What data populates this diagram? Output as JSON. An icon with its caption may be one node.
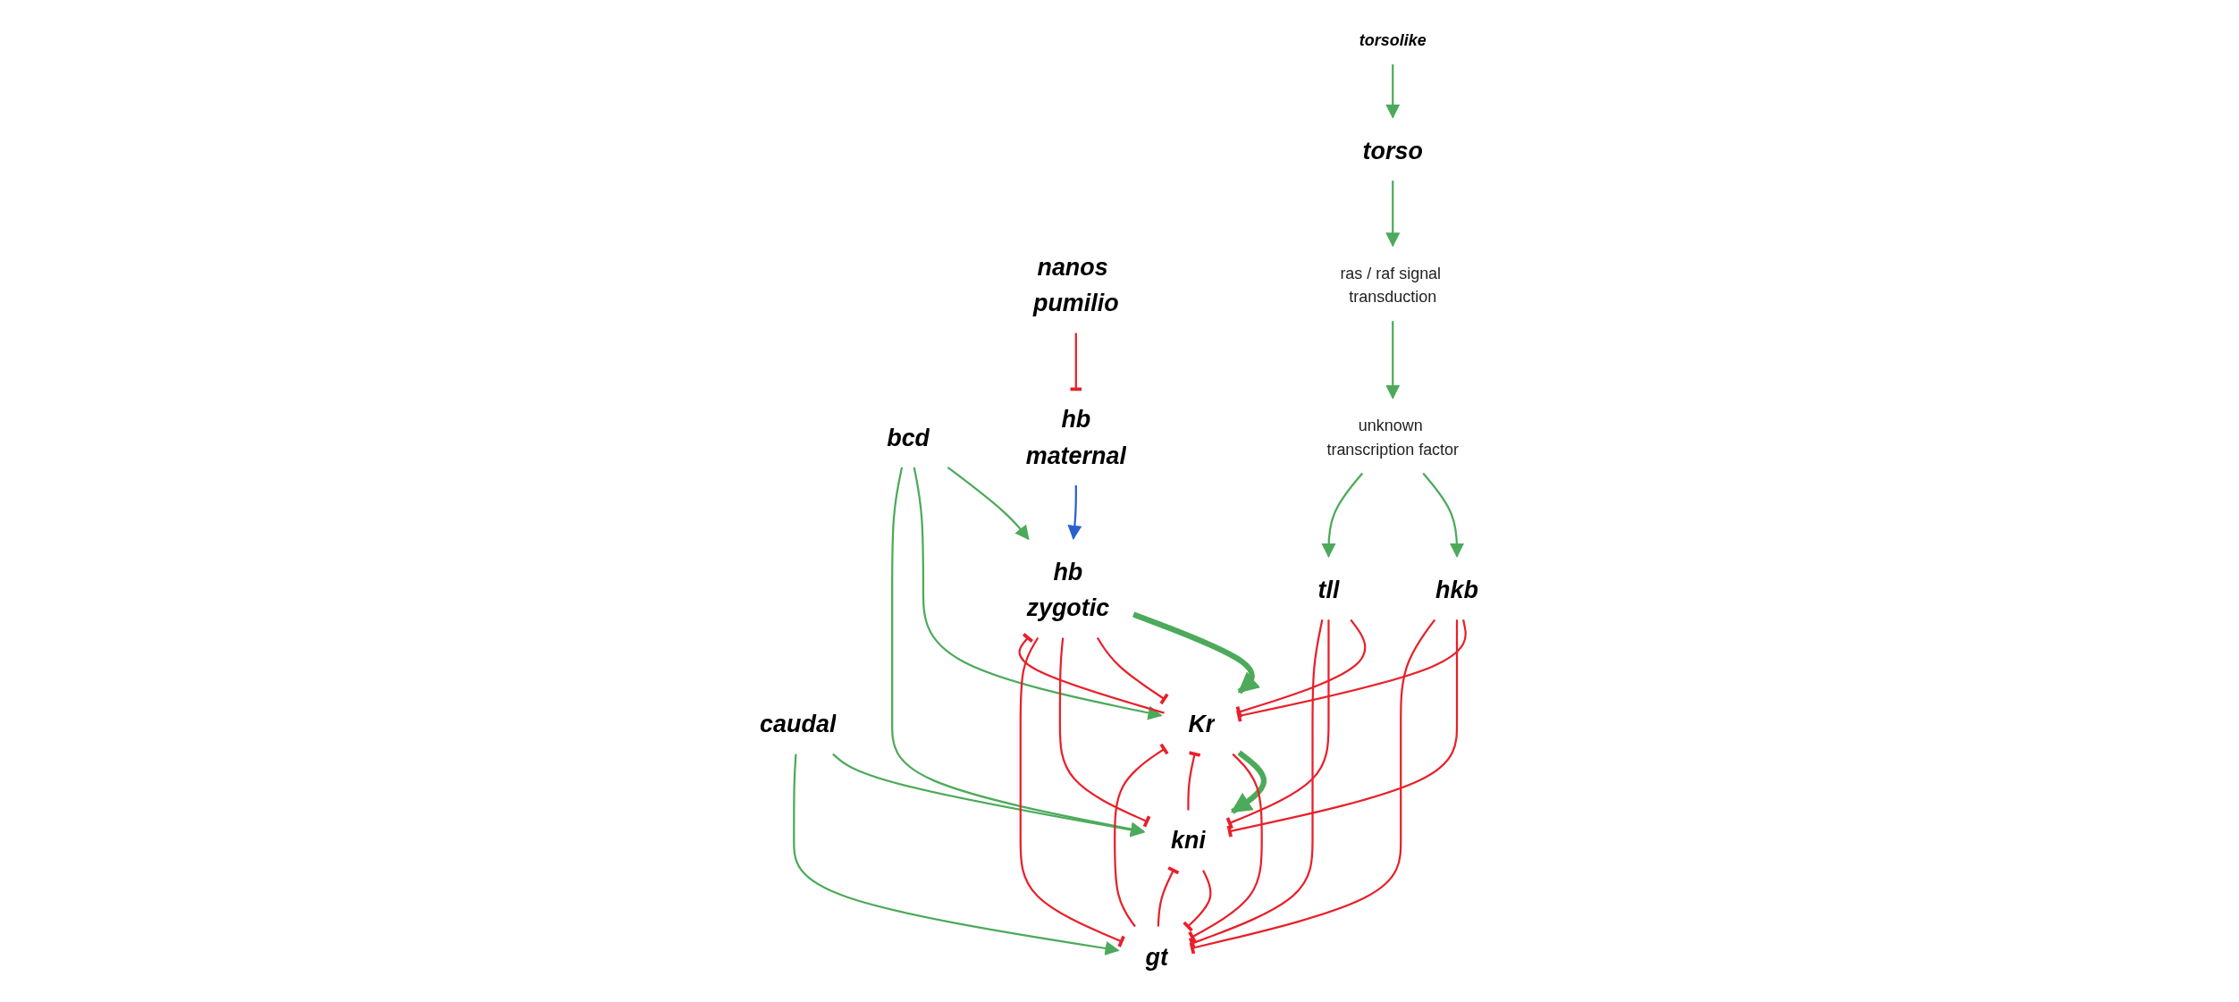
{
  "diagram": {
    "nodes": [
      {
        "text": [
          "bcd"
        ]
      },
      {
        "text": [
          "hb",
          "maternal"
        ]
      },
      {
        "text": [
          "nanos pumilio"
        ]
      },
      {
        "text": [
          "torsolike"
        ]
      },
      {
        "text": [
          "hb",
          "zygotic"
        ]
      },
      {
        "text": [
          "caudal"
        ]
      },
      {
        "text": [
          "torso"
        ]
      },
      {
        "text": [
          "Kr"
        ]
      },
      {
        "text": [
          "ras / raf signal transduction"
        ]
      },
      {
        "text": [
          "kni"
        ]
      },
      {
        "text": [
          "unknown transcription factor"
        ]
      },
      {
        "text": [
          "gt"
        ]
      },
      {
        "text": [
          "hkb"
        ]
      },
      {
        "text": [
          "tll"
        ]
      }
    ],
    "edges": [
      {
        "from": 2,
        "to": 1,
        "arrow": "other"
      },
      {
        "from": 1,
        "to": 4,
        "arrow": "to",
        "color": "#2a5fd0"
      },
      {
        "from": 0,
        "to": 4,
        "arrow": "to",
        "color": "#4caa5a"
      },
      {
        "from": 0,
        "to": 7,
        "arrow": "to",
        "color": "#4caa5a"
      },
      {
        "from": 0,
        "to": 9,
        "arrow": "to",
        "color": "#4caa5a"
      },
      {
        "from": 4,
        "to": 7,
        "arrow": "to",
        "style": "thick",
        "color": "#4caa5a"
      },
      {
        "from": 7,
        "to": 9,
        "arrow": "to",
        "style": "thick",
        "color": "#4caa5a"
      },
      {
        "from": 5,
        "to": 9,
        "arrow": "to",
        "color": "#4caa5a"
      },
      {
        "from": 5,
        "to": 11,
        "arrow": "to",
        "color": "#4caa5a"
      },
      {
        "from": 3,
        "to": 6,
        "arrow": "to",
        "color": "#4caa5a"
      },
      {
        "from": 6,
        "to": 8,
        "arrow": "to",
        "color": "#4caa5a"
      },
      {
        "from": 8,
        "to": 10,
        "arrow": "to",
        "color": "#4caa5a"
      },
      {
        "from": 10,
        "to": 12,
        "arrow": "to",
        "color": "#4caa5a"
      },
      {
        "from": 10,
        "to": 13,
        "arrow": "to",
        "color": "#4caa5a"
      },
      {
        "from": 7,
        "to": 4,
        "arrow": "other"
      },
      {
        "from": 7,
        "to": 11,
        "arrow": "other"
      },
      {
        "from": 4,
        "to": 7,
        "arrow": "other"
      },
      {
        "from": 4,
        "to": 9,
        "arrow": "other"
      },
      {
        "from": 4,
        "to": 11,
        "arrow": "other"
      },
      {
        "from": 9,
        "to": 7,
        "arrow": "other"
      },
      {
        "from": 9,
        "to": 11,
        "arrow": "other"
      },
      {
        "from": 11,
        "to": 7,
        "arrow": "other"
      },
      {
        "from": 11,
        "to": 9,
        "arrow": "other"
      },
      {
        "from": 13,
        "to": 7,
        "arrow": "other"
      },
      {
        "from": 13,
        "to": 9,
        "arrow": "other"
      },
      {
        "from": 13,
        "to": 11,
        "arrow": "other"
      },
      {
        "from": 12,
        "to": 7,
        "arrow": "other"
      },
      {
        "from": 12,
        "to": 9,
        "arrow": "other"
      },
      {
        "from": 12,
        "to": 11,
        "arrow": "other"
      }
    ]
  }
}
